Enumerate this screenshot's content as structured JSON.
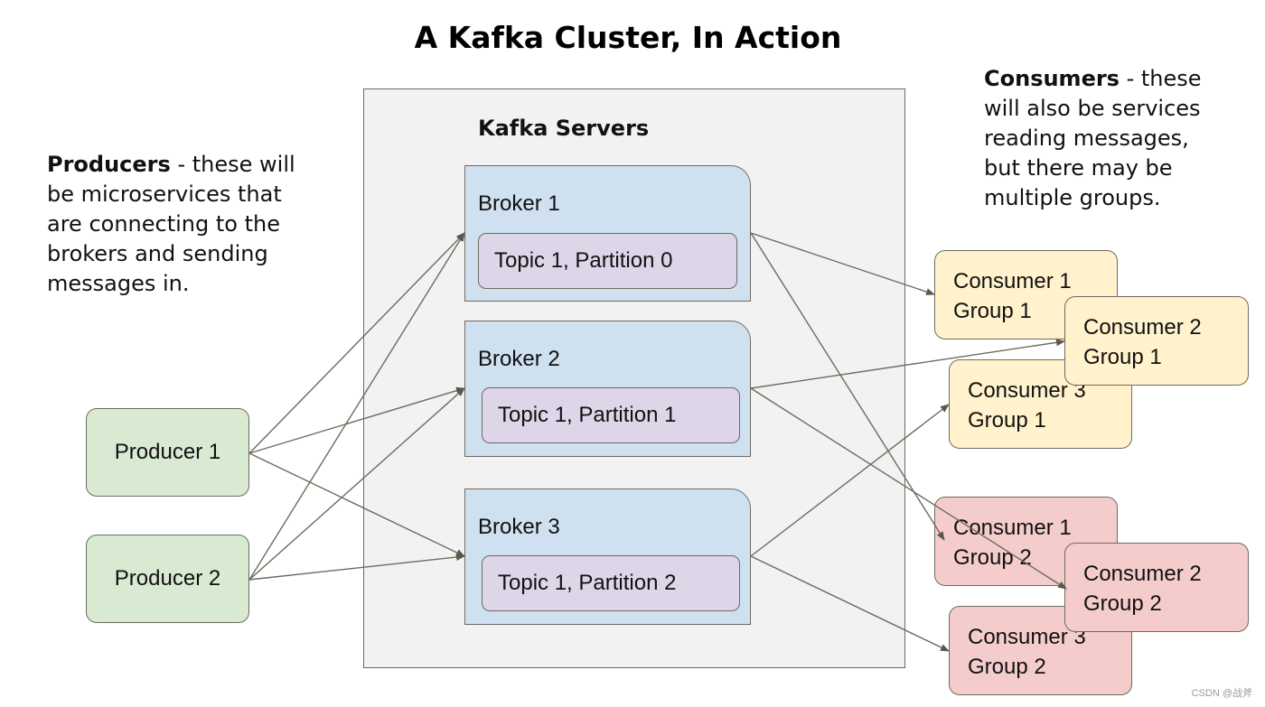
{
  "title": "A Kafka Cluster, In Action",
  "producers_note": {
    "bold": "Producers",
    "rest": " - these will be microservices that are connecting to the brokers and sending messages in."
  },
  "consumers_note": {
    "bold": "Consumers",
    "rest": " - these will also be services reading messages, but there may be multiple groups."
  },
  "servers_label": "Kafka Servers",
  "brokers": [
    {
      "label": "Broker 1",
      "partition": "Topic 1, Partition 0"
    },
    {
      "label": "Broker 2",
      "partition": "Topic 1, Partition 1"
    },
    {
      "label": "Broker 3",
      "partition": "Topic 1, Partition 2"
    }
  ],
  "producers": [
    {
      "label": "Producer 1"
    },
    {
      "label": "Producer 2"
    }
  ],
  "consumers": [
    {
      "line1": "Consumer 1",
      "line2": "Group 1"
    },
    {
      "line1": "Consumer 2",
      "line2": "Group 1"
    },
    {
      "line1": "Consumer 3",
      "line2": "Group 1"
    },
    {
      "line1": "Consumer 1",
      "line2": "Group 2"
    },
    {
      "line1": "Consumer 2",
      "line2": "Group 2"
    },
    {
      "line1": "Consumer 3",
      "line2": "Group 2"
    }
  ],
  "colors": {
    "broker": "#cfe1f0",
    "partition": "#ddd5e8",
    "producer": "#d9ead3",
    "group1": "#fff2cc",
    "group2": "#f4cccc",
    "cluster": "#f2f2f2",
    "stroke": "#6e6a5e"
  },
  "connections": [
    {
      "from": "producer-1",
      "to": "broker-1"
    },
    {
      "from": "producer-1",
      "to": "broker-2"
    },
    {
      "from": "producer-1",
      "to": "broker-3"
    },
    {
      "from": "producer-2",
      "to": "broker-1"
    },
    {
      "from": "producer-2",
      "to": "broker-2"
    },
    {
      "from": "producer-2",
      "to": "broker-3"
    },
    {
      "from": "broker-1",
      "to": "consumer-1-group-1"
    },
    {
      "from": "broker-1",
      "to": "consumer-1-group-2"
    },
    {
      "from": "broker-2",
      "to": "consumer-2-group-1"
    },
    {
      "from": "broker-2",
      "to": "consumer-2-group-2"
    },
    {
      "from": "broker-3",
      "to": "consumer-3-group-1"
    },
    {
      "from": "broker-3",
      "to": "consumer-3-group-2"
    }
  ],
  "watermark": "CSDN @战斧"
}
